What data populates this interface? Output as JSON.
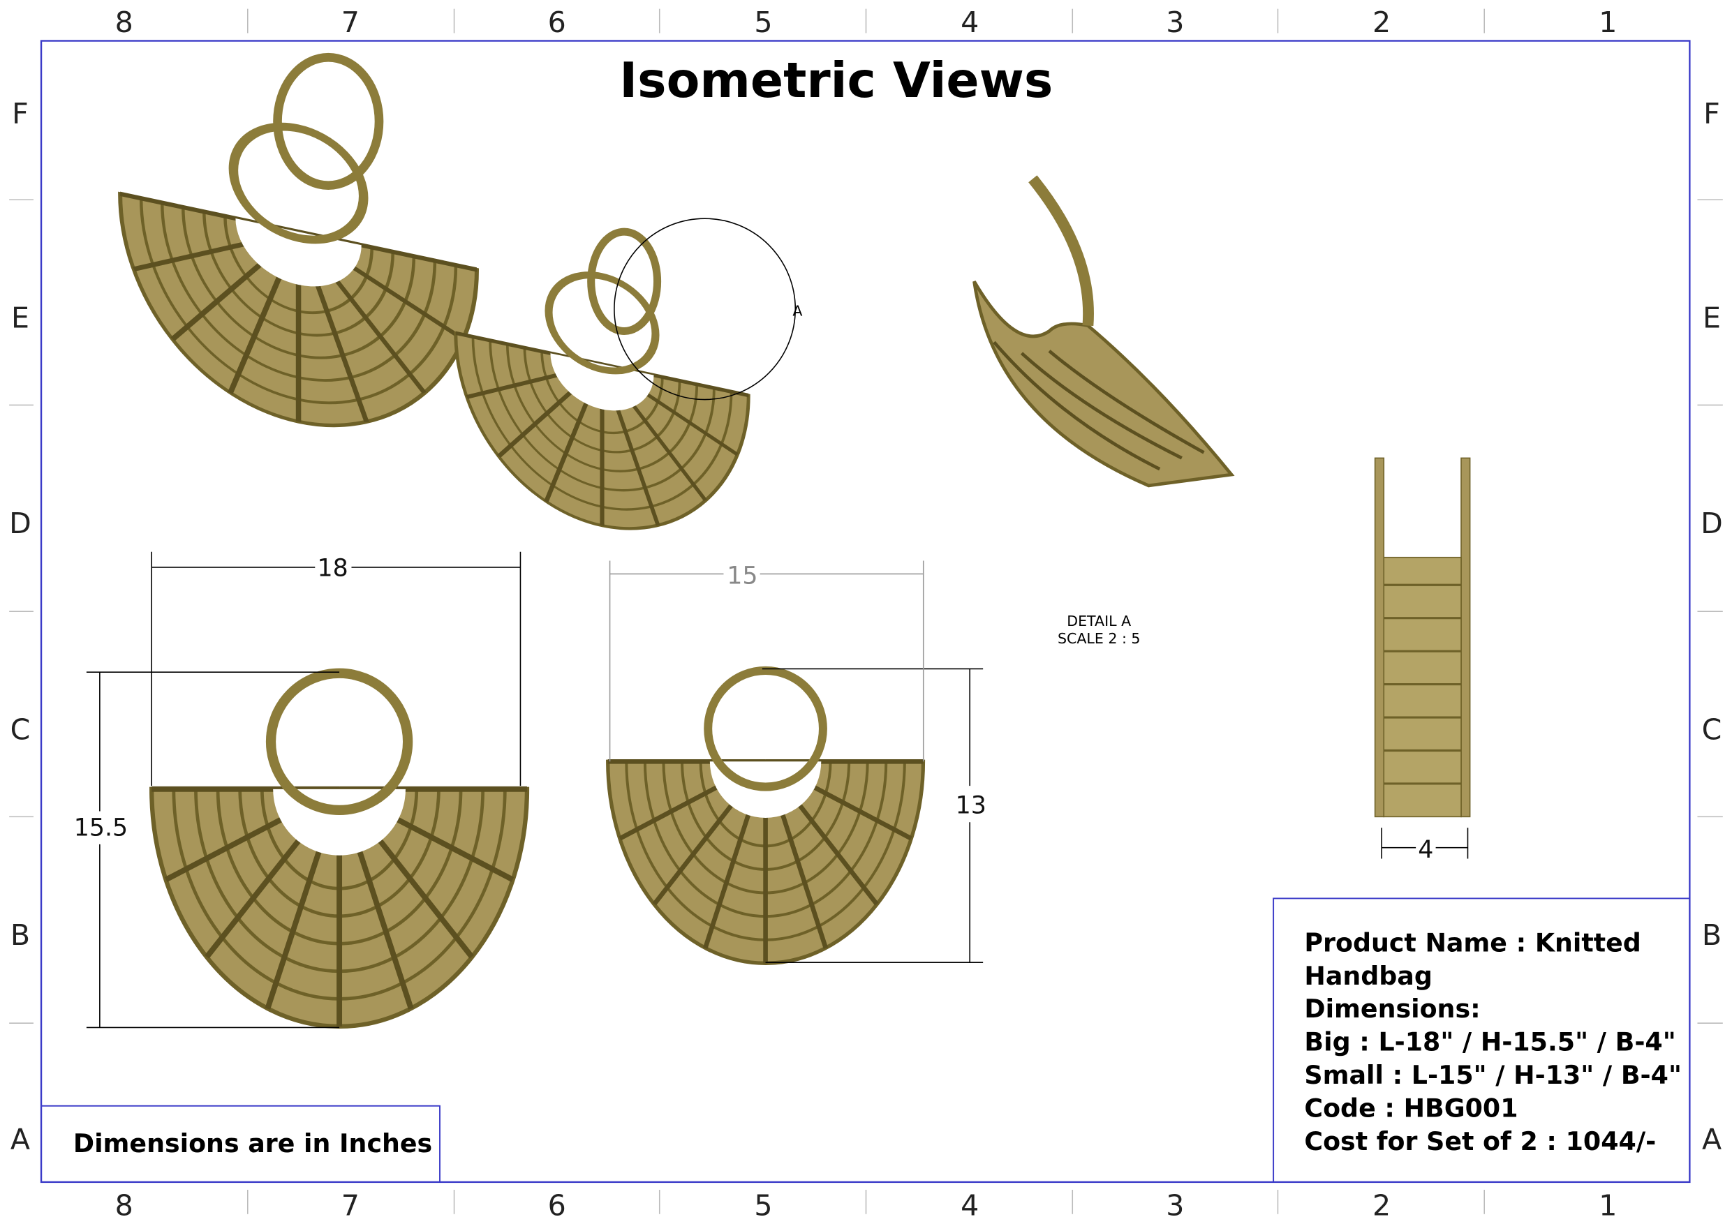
{
  "title": "Isometric Views",
  "columns": [
    "8",
    "7",
    "6",
    "5",
    "4",
    "3",
    "2",
    "1"
  ],
  "rows": [
    "F",
    "E",
    "D",
    "C",
    "B",
    "A"
  ],
  "detail": {
    "callout": "A",
    "label": "DETAIL A",
    "scale": "SCALE 2 : 5"
  },
  "dimensions": {
    "big_length": "18",
    "big_height": "15.5",
    "small_length": "15",
    "small_height": "13",
    "breadth": "4"
  },
  "note": "Dimensions are in Inches",
  "info": {
    "line1": "Product Name : Knitted",
    "line2": "Handbag",
    "line3": "Dimensions:",
    "line4": "Big : L-18\" / H-15.5\" / B-4\"",
    "line5": "Small : L-15\" / H-13\" / B-4\"",
    "line6": "Code : HBG001",
    "line7": "Cost for Set of 2 : 1044/-"
  },
  "colors": {
    "frame": "#3a3ac8",
    "wicker": "#8c7c3a"
  }
}
